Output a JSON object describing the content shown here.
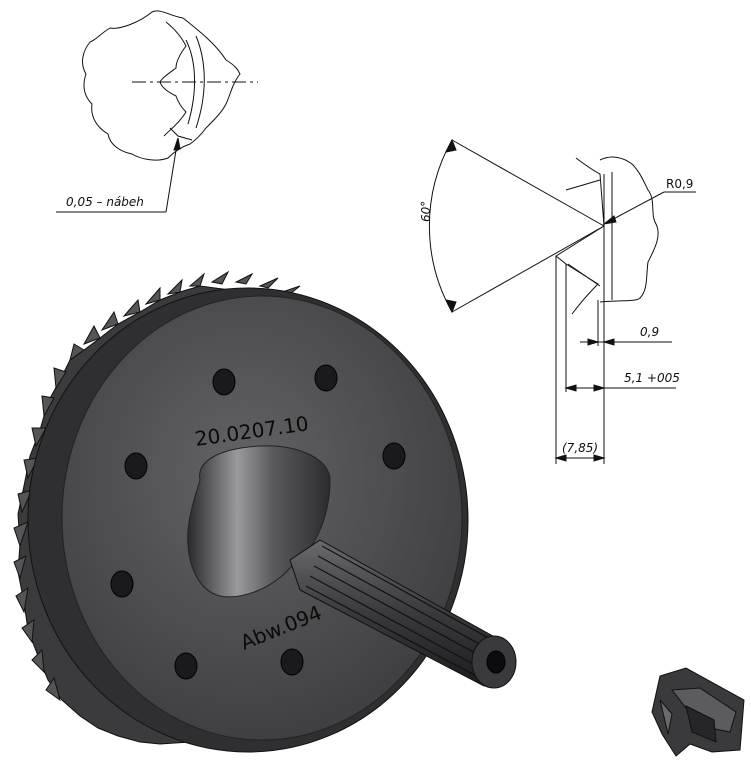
{
  "detail_top": {
    "label": "0,05 – nábeh"
  },
  "detail_profile": {
    "angle_label": "60°",
    "radius_label": "R0,9",
    "dim_small": "0,9",
    "dim_depth": "5,1 +005",
    "dim_ref": "(7,85)"
  },
  "gear": {
    "part_number": "20.0207.10",
    "revision": "Abw.094"
  },
  "colors": {
    "line": "#111111",
    "gear_face": "#4d4d4f",
    "gear_rim": "#2f2f31"
  }
}
